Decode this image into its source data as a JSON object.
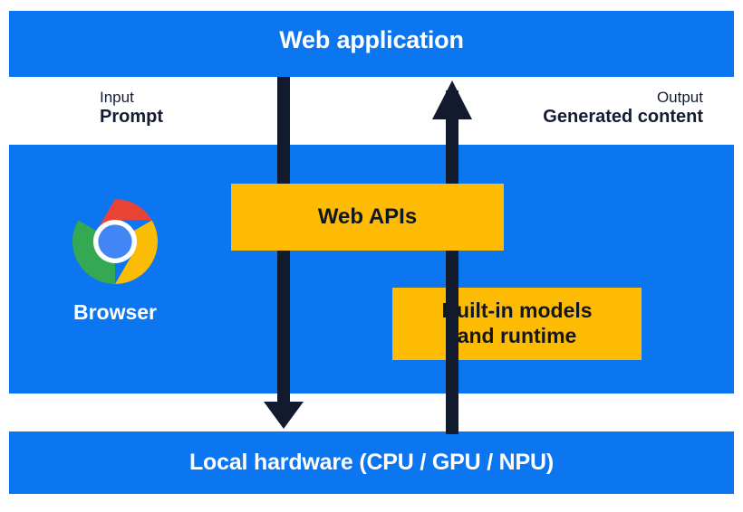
{
  "diagram": {
    "title_top": "Web application",
    "title_bottom": "Local hardware (CPU / GPU / NPU)",
    "colors": {
      "band_blue": "#0b76ef",
      "box_yellow": "#febb04",
      "arrow_navy": "#121a2e",
      "text_dark": "#141c33",
      "text_light": "#ffffff"
    },
    "io": {
      "input": {
        "kind": "Input",
        "value": "Prompt"
      },
      "output": {
        "kind": "Output",
        "value": "Generated content"
      }
    },
    "boxes": {
      "web_apis": "Web APIs",
      "builtin_models_line1": "Built-in models",
      "builtin_models_line2": "and runtime"
    },
    "browser": {
      "label": "Browser",
      "icon": "chrome-logo-icon"
    },
    "arrows": [
      {
        "name": "prompt-down-arrow",
        "direction": "down",
        "from": "Web application",
        "to": "Local hardware (CPU / GPU / NPU)"
      },
      {
        "name": "generated-content-up-arrow",
        "direction": "up",
        "from": "Local hardware (CPU / GPU / NPU)",
        "to": "Web application"
      }
    ]
  }
}
